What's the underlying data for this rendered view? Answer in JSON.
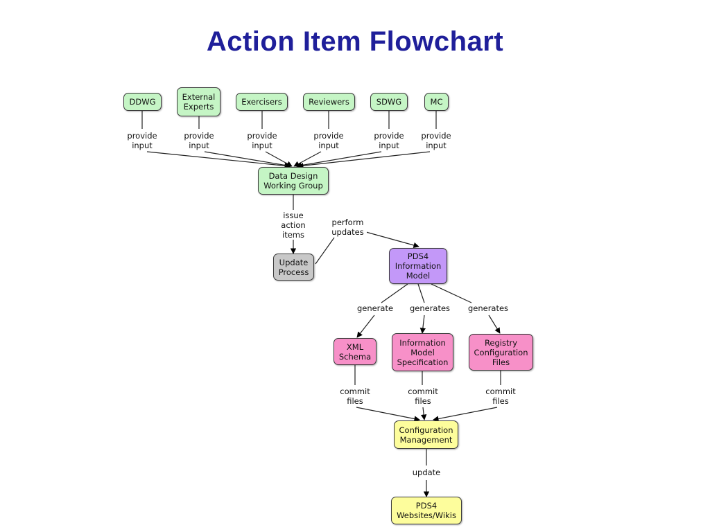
{
  "title": "Action Item Flowchart",
  "nodes": {
    "ddwg": "DDWG",
    "external_experts": "External\nExperts",
    "exercisers": "Exercisers",
    "reviewers": "Reviewers",
    "sdwg": "SDWG",
    "mc": "MC",
    "data_design_wg": "Data Design\nWorking Group",
    "update_process": "Update\nProcess",
    "pds4_im": "PDS4\nInformation\nModel",
    "xml_schema": "XML\nSchema",
    "im_spec": "Information\nModel\nSpecification",
    "registry_config": "Registry\nConfiguration\nFiles",
    "config_mgmt": "Configuration\nManagement",
    "pds4_websites": "PDS4\nWebsites/Wikis"
  },
  "edge_labels": {
    "provide_input_1": "provide\ninput",
    "provide_input_2": "provide\ninput",
    "provide_input_3": "provide\ninput",
    "provide_input_4": "provide\ninput",
    "provide_input_5": "provide\ninput",
    "provide_input_6": "provide\ninput",
    "issue_action_items": "issue\naction\nitems",
    "perform_updates": "perform\nupdates",
    "generate": "generate",
    "generates_1": "generates",
    "generates_2": "generates",
    "commit_files_1": "commit\nfiles",
    "commit_files_2": "commit\nfiles",
    "commit_files_3": "commit\nfiles",
    "update": "update"
  },
  "colors": {
    "title": "#1f1f9a",
    "input_nodes": "#c5f5c5",
    "update_process": "#c8c8c8",
    "information_model": "#c398f8",
    "generated_products": "#f790c8",
    "management_nodes": "#fdfd9c"
  }
}
